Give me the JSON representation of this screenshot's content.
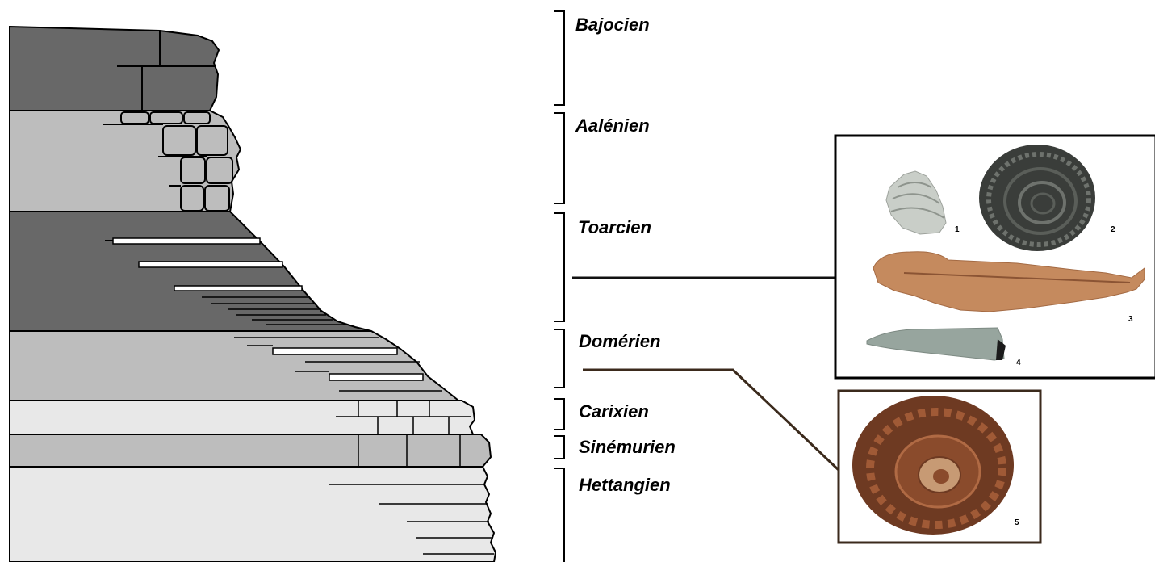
{
  "stages": [
    {
      "name": "Bajocien"
    },
    {
      "name": "Aalénien"
    },
    {
      "name": "Toarcien"
    },
    {
      "name": "Domérien"
    },
    {
      "name": "Carixien"
    },
    {
      "name": "Sinémurien"
    },
    {
      "name": "Hettangien"
    }
  ],
  "fossil_figures": [
    "1",
    "2",
    "3",
    "4",
    "5"
  ],
  "colors": {
    "dark_bed": "#686868",
    "medium_bed": "#bdbdbd",
    "light_bed": "#e8e8e8",
    "outline": "#000000",
    "ammonite_black": "#3a3d3a",
    "fish_fossil": "#c58a5e",
    "belemnite": "#97a59e",
    "gastropod": "#c9cec8",
    "ammonite_brown": "#6e3a22",
    "connector_line": "#3b2a1c"
  }
}
